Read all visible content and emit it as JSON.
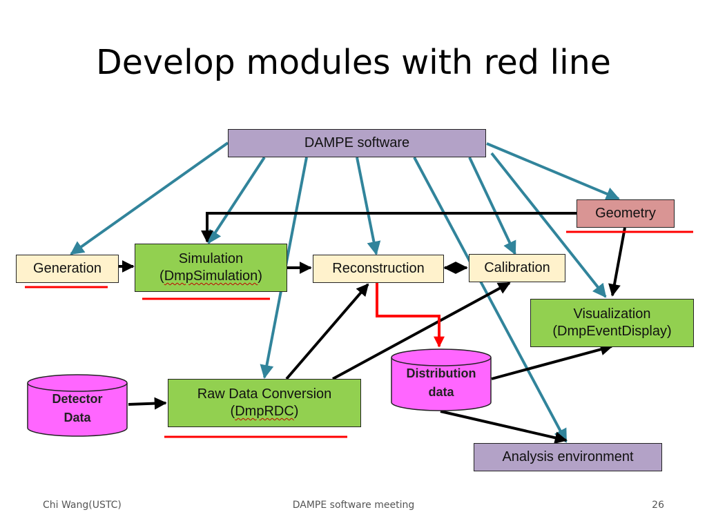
{
  "slide": {
    "title": "Develop modules with red line"
  },
  "nodes": {
    "dampe_software": "DAMPE  software",
    "geometry": "Geometry",
    "generation": "Generation",
    "simulation": {
      "line1": "Simulation",
      "line2_open": "(",
      "line2_name": "DmpSimulation",
      "line2_close": ")"
    },
    "reconstruction": "Reconstruction",
    "calibration": "Calibration",
    "visualization": {
      "line1": "Visualization",
      "line2_open": "(",
      "line2_name": "DmpEventDisplay",
      "line2_close": ")"
    },
    "raw_data_conversion": {
      "line1": "Raw Data Conversion",
      "line2_open": "(",
      "line2_name": "DmpRDC",
      "line2_close": ")"
    },
    "detector_data": {
      "line1": "Detector",
      "line2": "Data"
    },
    "distribution_data": {
      "line1": "Distribution",
      "line2": "data"
    },
    "analysis_environment": "Analysis  environment"
  },
  "footer": {
    "author": "Chi Wang(USTC)",
    "event": "DAMPE software meeting",
    "page": "26"
  },
  "colors": {
    "arrow_blue": "#31849b",
    "arrow_black": "#000000",
    "arrow_red": "#ff0000",
    "underline_red": "#ff0000",
    "box_purple": "#b3a2c7",
    "box_yellow": "#fff2cc",
    "box_green": "#92d050",
    "box_pink": "#d99594",
    "cylinder": "#ff66ff"
  }
}
